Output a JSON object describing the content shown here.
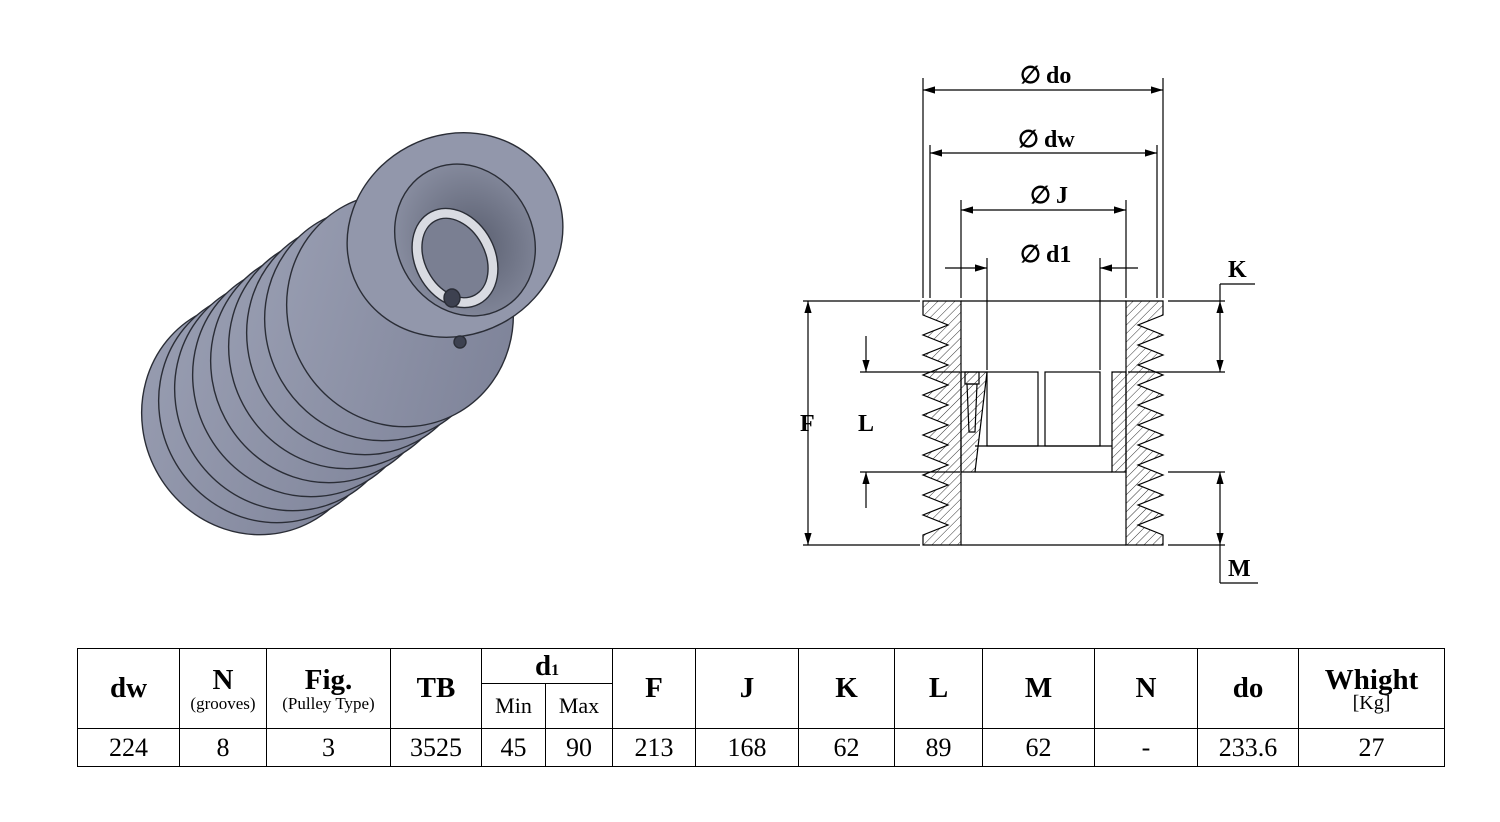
{
  "drawing": {
    "labels": {
      "do": "do",
      "dw": "dw",
      "J": "J",
      "d1": "d1",
      "K": "K",
      "F": "F",
      "L": "L",
      "M": "M"
    },
    "diameter_symbol": "∅"
  },
  "table": {
    "headers": {
      "dw": "dw",
      "N": "N",
      "N_sub": "(grooves)",
      "fig": "Fig.",
      "fig_sub": "(Pulley Type)",
      "tb": "TB",
      "d1": "d",
      "d1_subscript": "1",
      "min": "Min",
      "max": "Max",
      "F": "F",
      "J": "J",
      "K": "K",
      "L": "L",
      "M": "M",
      "N2": "N",
      "do": "do",
      "weight": "Whight",
      "weight_sub": "[Kg]"
    },
    "row": {
      "dw": "224",
      "N": "8",
      "fig": "3",
      "tb": "3525",
      "d1_min": "45",
      "d1_max": "90",
      "F": "213",
      "J": "168",
      "K": "62",
      "L": "89",
      "M": "62",
      "N2": "-",
      "do": "233.6",
      "weight": "27"
    }
  },
  "colors": {
    "pulley": "#8e93a8",
    "pulley_dark": "#4f5466",
    "line": "#000000"
  }
}
